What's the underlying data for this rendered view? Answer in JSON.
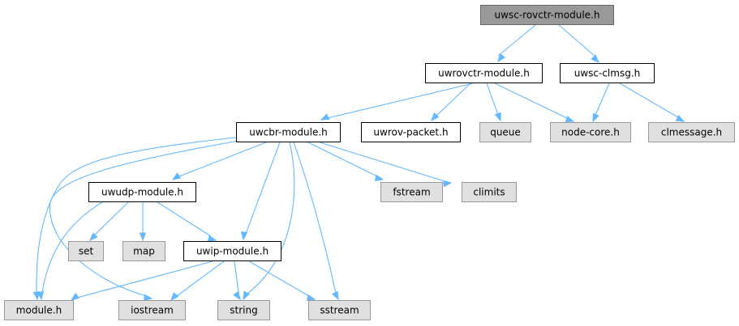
{
  "graph": {
    "colors": {
      "focus_fill": "#999999",
      "focus_border": "#666666",
      "documented_fill": "#ffffff",
      "documented_border": "#000000",
      "external_fill": "#e0e0e0",
      "external_border": "#999999",
      "edge": "#63b8ff"
    },
    "nodes": [
      {
        "id": "uwsc-rovctr-module",
        "label": "uwsc-rovctr-module.h",
        "kind": "focus"
      },
      {
        "id": "uwrovctr-module",
        "label": "uwrovctr-module.h",
        "kind": "documented"
      },
      {
        "id": "uwsc-clmsg",
        "label": "uwsc-clmsg.h",
        "kind": "documented"
      },
      {
        "id": "uwcbr-module",
        "label": "uwcbr-module.h",
        "kind": "documented"
      },
      {
        "id": "uwrov-packet",
        "label": "uwrov-packet.h",
        "kind": "documented"
      },
      {
        "id": "queue",
        "label": "queue",
        "kind": "external"
      },
      {
        "id": "node-core",
        "label": "node-core.h",
        "kind": "external"
      },
      {
        "id": "clmessage",
        "label": "clmessage.h",
        "kind": "external"
      },
      {
        "id": "uwudp-module",
        "label": "uwudp-module.h",
        "kind": "documented"
      },
      {
        "id": "fstream",
        "label": "fstream",
        "kind": "external"
      },
      {
        "id": "climits",
        "label": "climits",
        "kind": "external"
      },
      {
        "id": "set",
        "label": "set",
        "kind": "external"
      },
      {
        "id": "map",
        "label": "map",
        "kind": "external"
      },
      {
        "id": "uwip-module",
        "label": "uwip-module.h",
        "kind": "documented"
      },
      {
        "id": "module",
        "label": "module.h",
        "kind": "external"
      },
      {
        "id": "iostream",
        "label": "iostream",
        "kind": "external"
      },
      {
        "id": "string",
        "label": "string",
        "kind": "external"
      },
      {
        "id": "sstream",
        "label": "sstream",
        "kind": "external"
      }
    ],
    "edges": [
      {
        "from": "uwsc-rovctr-module",
        "to": "uwrovctr-module"
      },
      {
        "from": "uwsc-rovctr-module",
        "to": "uwsc-clmsg"
      },
      {
        "from": "uwrovctr-module",
        "to": "uwcbr-module"
      },
      {
        "from": "uwrovctr-module",
        "to": "uwrov-packet"
      },
      {
        "from": "uwrovctr-module",
        "to": "queue"
      },
      {
        "from": "uwrovctr-module",
        "to": "node-core"
      },
      {
        "from": "uwsc-clmsg",
        "to": "node-core"
      },
      {
        "from": "uwsc-clmsg",
        "to": "clmessage"
      },
      {
        "from": "uwcbr-module",
        "to": "uwudp-module"
      },
      {
        "from": "uwcbr-module",
        "to": "fstream"
      },
      {
        "from": "uwcbr-module",
        "to": "climits"
      },
      {
        "from": "uwcbr-module",
        "to": "uwip-module"
      },
      {
        "from": "uwcbr-module",
        "to": "module"
      },
      {
        "from": "uwcbr-module",
        "to": "iostream"
      },
      {
        "from": "uwcbr-module",
        "to": "string"
      },
      {
        "from": "uwcbr-module",
        "to": "sstream"
      },
      {
        "from": "uwudp-module",
        "to": "set"
      },
      {
        "from": "uwudp-module",
        "to": "map"
      },
      {
        "from": "uwudp-module",
        "to": "uwip-module"
      },
      {
        "from": "uwudp-module",
        "to": "module"
      },
      {
        "from": "uwip-module",
        "to": "module"
      },
      {
        "from": "uwip-module",
        "to": "iostream"
      },
      {
        "from": "uwip-module",
        "to": "string"
      },
      {
        "from": "uwip-module",
        "to": "sstream"
      }
    ]
  }
}
